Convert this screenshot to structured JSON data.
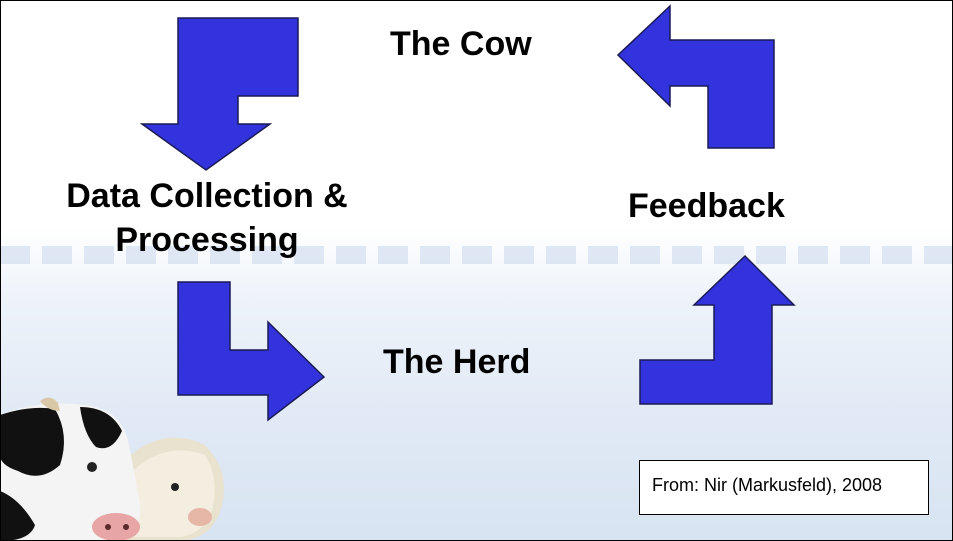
{
  "diagram": {
    "nodes": {
      "cow": "The Cow",
      "data_collection": "Data Collection &\nProcessing",
      "feedback": "Feedback",
      "herd": "The Herd"
    },
    "citation": "From: Nir (Markusfeld), 2008",
    "colors": {
      "arrow_fill": "#3333dd",
      "arrow_stroke": "#1a1a55"
    }
  }
}
